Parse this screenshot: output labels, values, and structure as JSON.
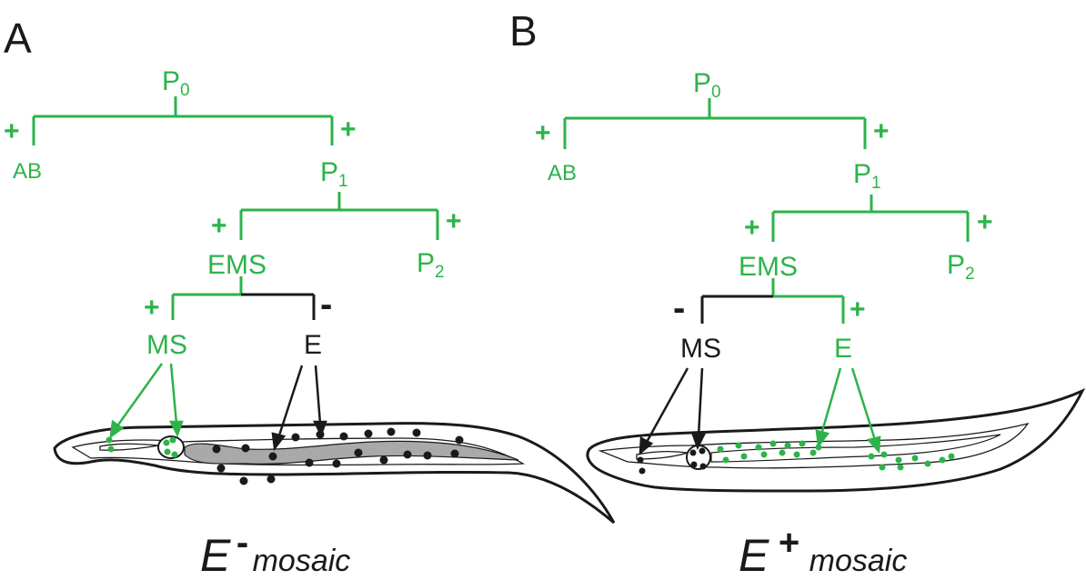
{
  "colors": {
    "green": "#2db34a",
    "black": "#1a1a1a",
    "gut": "#a9a9a9",
    "outline": "#1a1a1a"
  },
  "panels": [
    {
      "letter": "A",
      "nodes": {
        "p0": "P",
        "p0_sub": "0",
        "ab": "AB",
        "p1": "P",
        "p1_sub": "1",
        "ems": "EMS",
        "p2": "P",
        "p2_sub": "2",
        "ms": "MS",
        "e": "E"
      },
      "signs": {
        "ab": "+",
        "p1": "+",
        "ems": "+",
        "p2": "+",
        "ms": "+",
        "e": "-"
      },
      "caption": {
        "main": "E",
        "sign": "-",
        "suffix": "mosaic"
      }
    },
    {
      "letter": "B",
      "nodes": {
        "p0": "P",
        "p0_sub": "0",
        "ab": "AB",
        "p1": "P",
        "p1_sub": "1",
        "ems": "EMS",
        "p2": "P",
        "p2_sub": "2",
        "ms": "MS",
        "e": "E"
      },
      "signs": {
        "ab": "+",
        "p1": "+",
        "ems": "+",
        "p2": "+",
        "ms": "-",
        "e": "+"
      },
      "caption": {
        "main": "E",
        "sign": "+",
        "suffix": "mosaic"
      }
    }
  ]
}
